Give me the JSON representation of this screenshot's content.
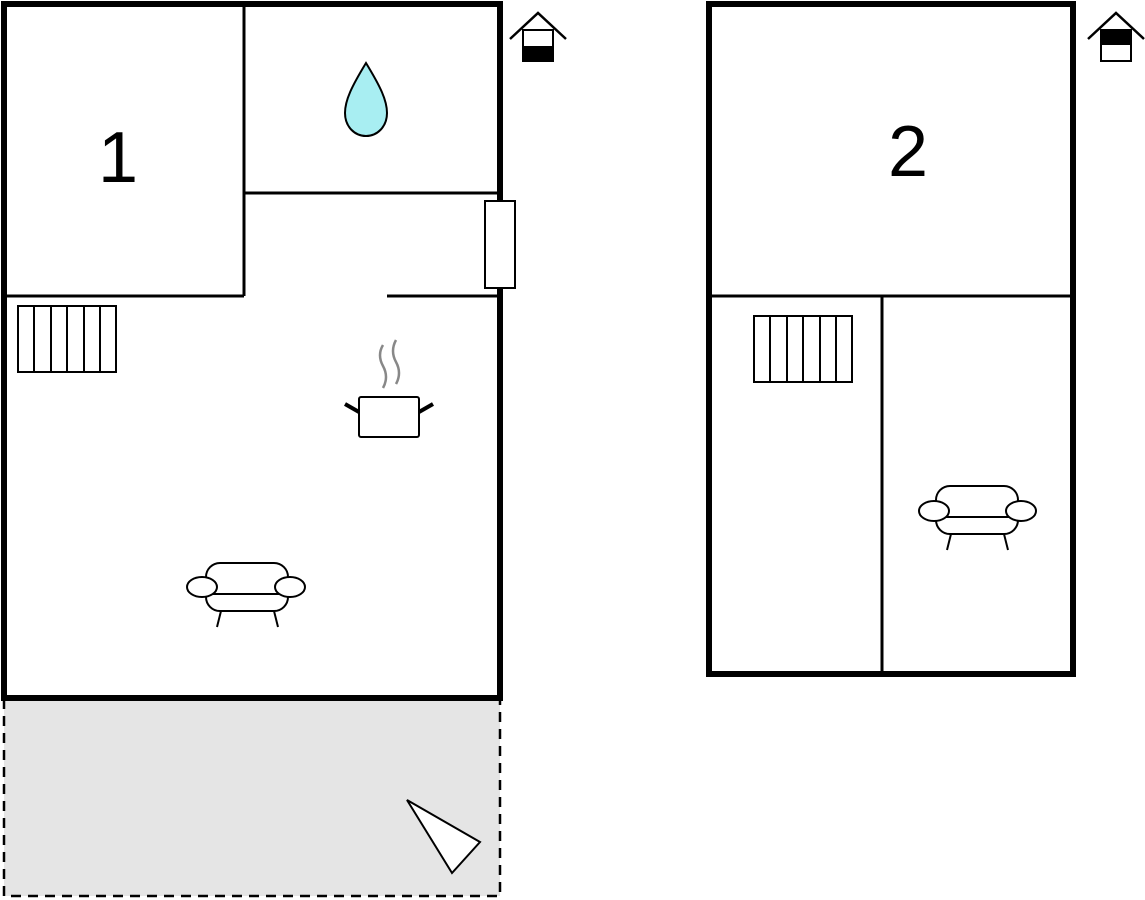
{
  "floors": [
    {
      "room_label": "1",
      "floor_icon": "house-lower-floor-icon"
    },
    {
      "room_label": "2",
      "floor_icon": "house-upper-floor-icon"
    }
  ],
  "colors": {
    "water": "#a8eef2",
    "terrace": "#e5e5e5",
    "steam": "#888888"
  },
  "icons": [
    "water-drop-icon",
    "radiator-icon",
    "cooking-pot-icon",
    "armchair-icon",
    "terrace-area",
    "compass-arrow-icon",
    "window"
  ]
}
